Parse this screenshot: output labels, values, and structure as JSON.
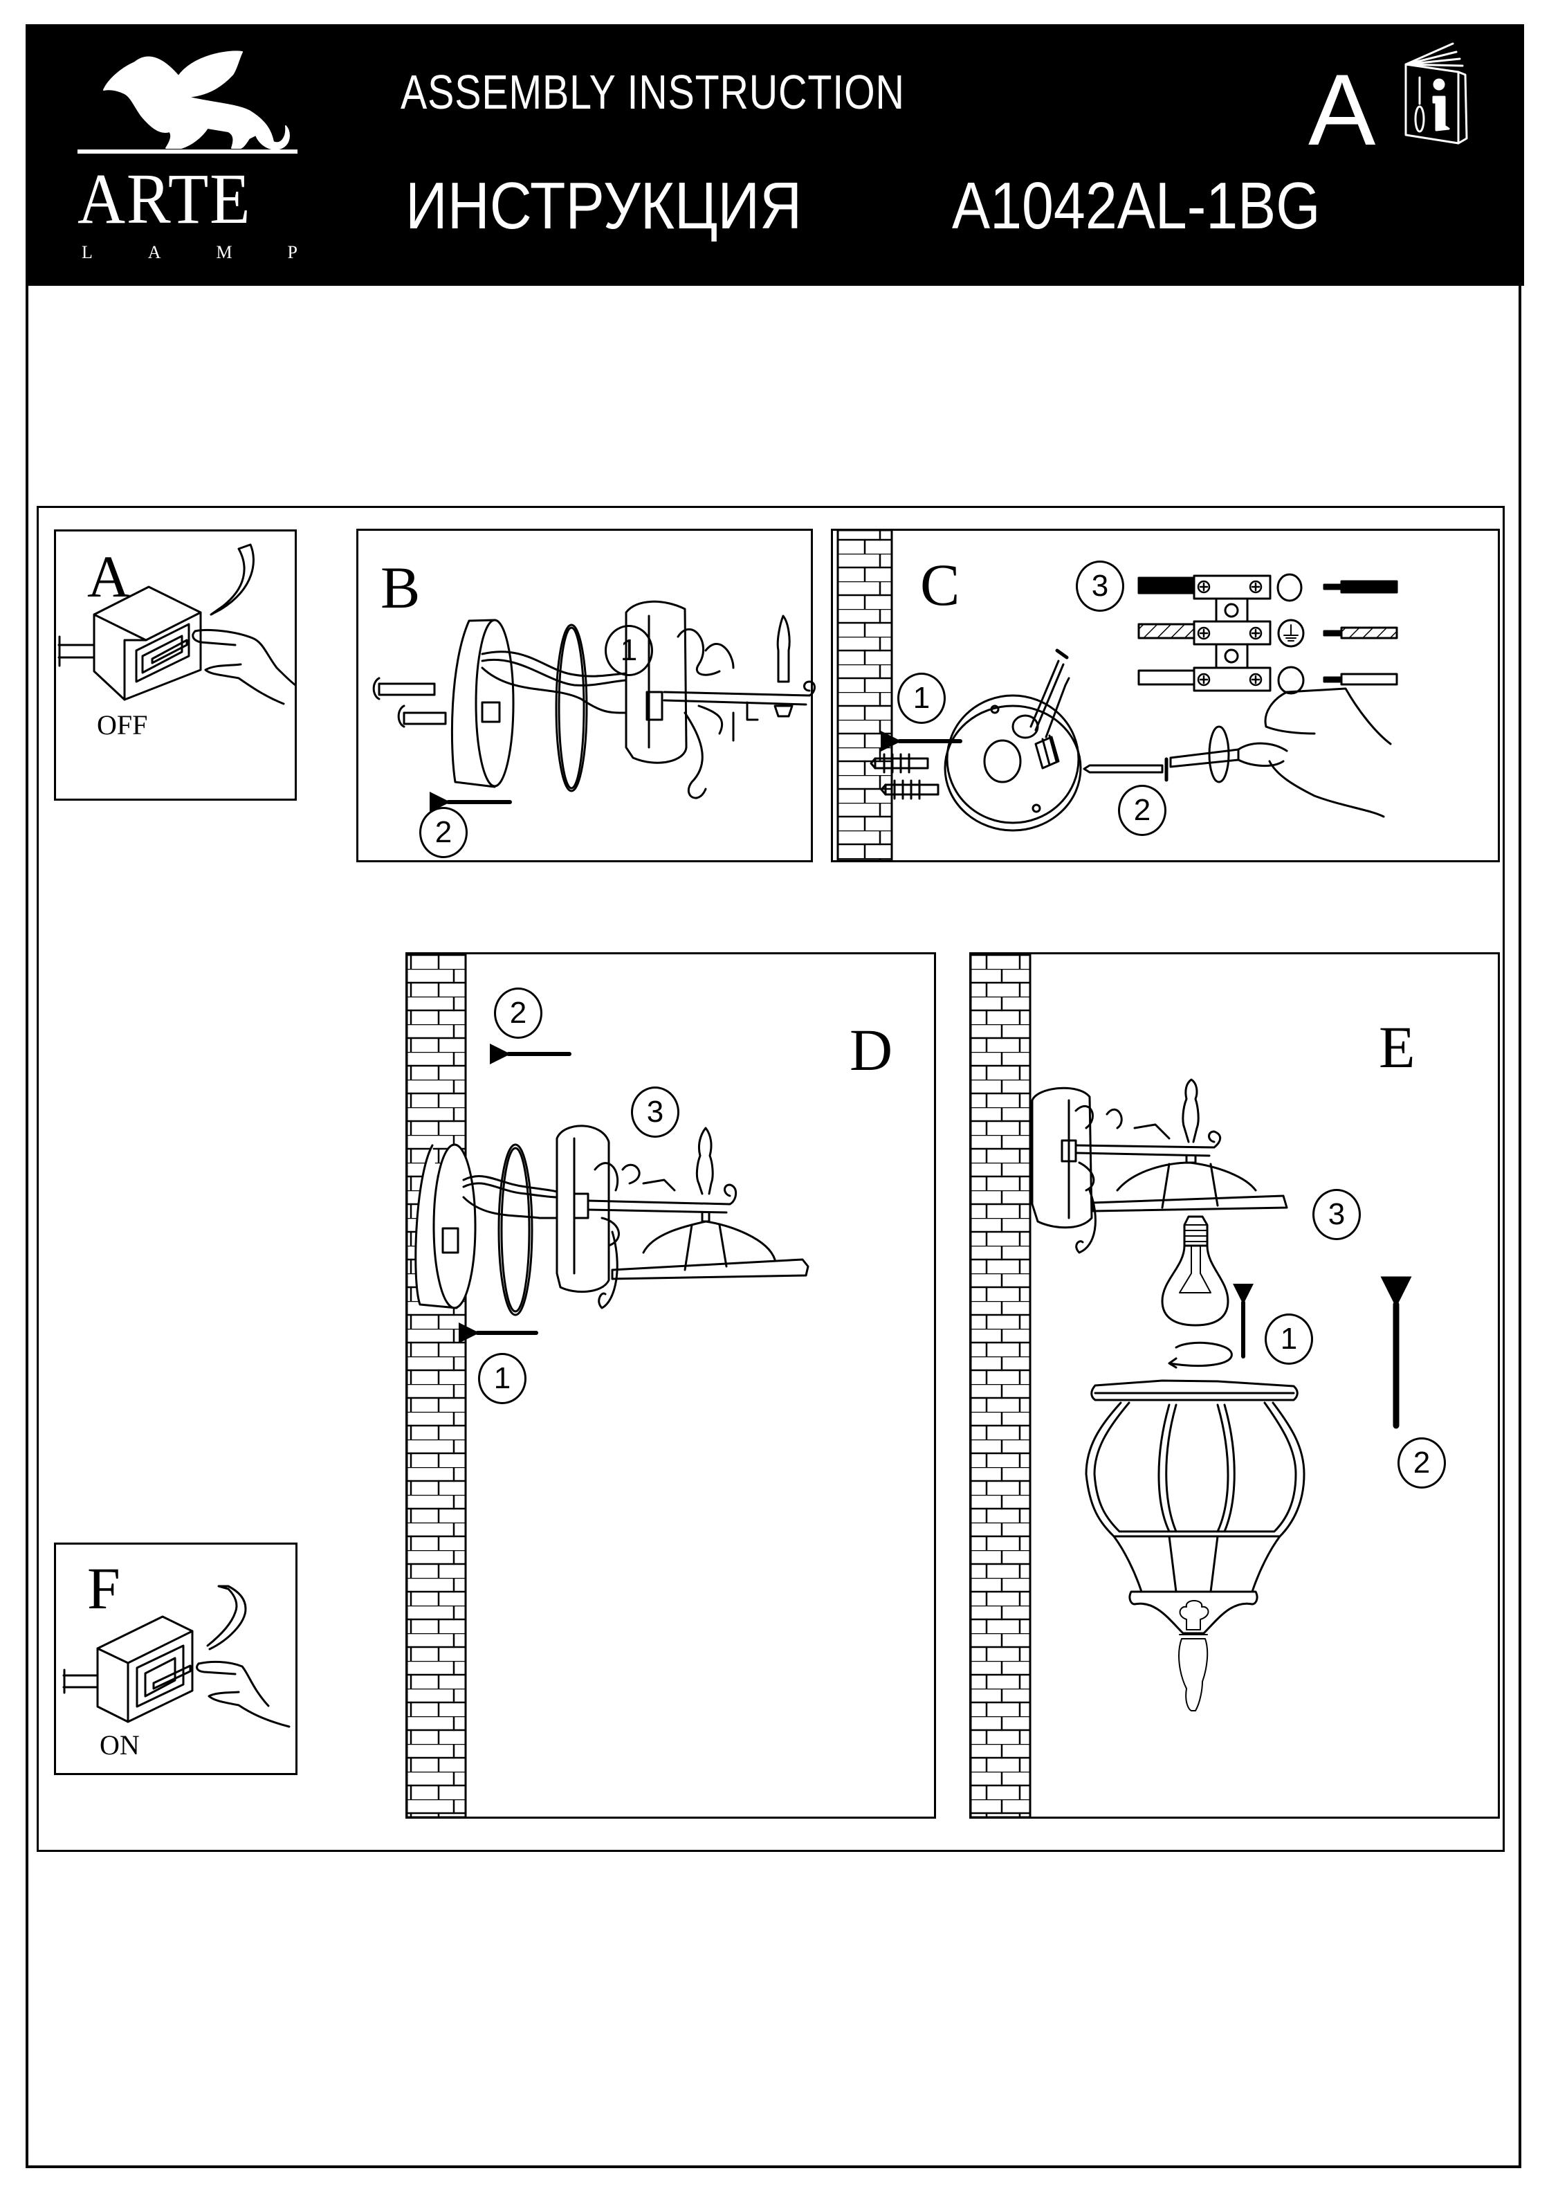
{
  "header": {
    "brand": "ARTE",
    "brand_sub": [
      "L",
      "A",
      "M",
      "P"
    ],
    "title_en": "ASSEMBLY  INSTRUCTION",
    "title_ru": "ИНСТРУКЦИЯ",
    "model": "A1042AL-1BG",
    "language_letter": "A",
    "icons": {
      "logo": "griffin-logo-icon",
      "manual": "manual-book-info-icon"
    }
  },
  "colors": {
    "ink": "#000000",
    "paper": "#ffffff"
  },
  "steps": [
    {
      "id": "A",
      "label": "A",
      "state": "OFF",
      "callouts": []
    },
    {
      "id": "B",
      "label": "B",
      "callouts": [
        "1",
        "2"
      ]
    },
    {
      "id": "C",
      "label": "C",
      "callouts": [
        "1",
        "2",
        "3"
      ],
      "wiring": [
        {
          "wire": "black",
          "symbol": "none"
        },
        {
          "wire": "hatched",
          "symbol": "ground"
        },
        {
          "wire": "white",
          "symbol": "none"
        }
      ]
    },
    {
      "id": "D",
      "label": "D",
      "callouts": [
        "1",
        "2",
        "3"
      ]
    },
    {
      "id": "E",
      "label": "E",
      "callouts": [
        "1",
        "2",
        "3"
      ]
    },
    {
      "id": "F",
      "label": "F",
      "state": "ON",
      "callouts": []
    }
  ]
}
